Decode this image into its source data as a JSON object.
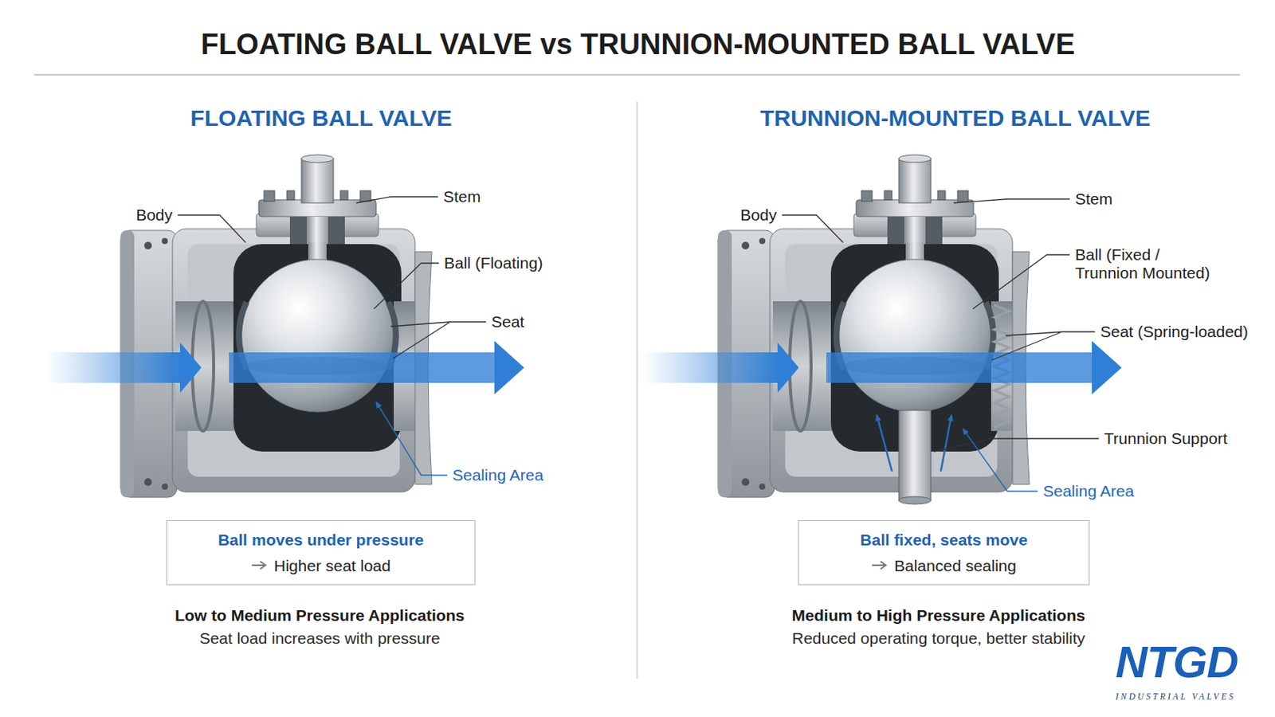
{
  "diagram": {
    "title": "FLOATING BALL VALVE vs TRUNNION-MOUNTED BALL VALVE",
    "nodes": [
      {
        "text": [
          "Ball moves under pressure",
          "Higher seat load"
        ]
      },
      {
        "text": [
          "Ball fixed, seats move",
          "Balanced sealing"
        ]
      }
    ],
    "labels": [
      "FLOATING BALL VALVE",
      "Body",
      "Stem",
      "Ball (Floating)",
      "Seat",
      "Sealing Area",
      "Low to Medium Pressure Applications",
      "Seat load increases with pressure",
      "TRUNNION-MOUNTED BALL VALVE",
      "Body",
      "Stem",
      "Ball (Fixed / Trunnion Mounted)",
      "Seat (Spring-loaded)",
      "Trunnion Support",
      "Sealing Area",
      "Medium to High Pressure Applications",
      "Reduced operating torque, better stability",
      "NTGD",
      "INDUSTRIAL VALVES"
    ]
  }
}
